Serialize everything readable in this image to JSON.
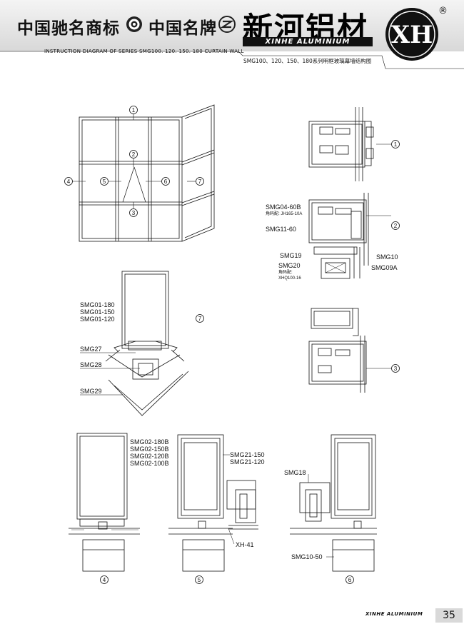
{
  "header": {
    "title_left": "中国驰名商标",
    "title_right": "中国名牌",
    "brand_cn": "新河铝材",
    "brand_en": "XINHE ALUMINIUM",
    "logo_text": "XH",
    "registered": "®",
    "instruction_en": "INSTRUCTION DIAGRAM OF SERIES SMG100. 120. 150. 180 CURTAIN WALL",
    "instruction_cn": "SMG100、120、150、180系列明框玻璃幕墙结构图"
  },
  "elevation": {
    "callouts": [
      "1",
      "2",
      "3",
      "4",
      "5",
      "6",
      "7"
    ]
  },
  "section7": {
    "callout": "7",
    "labels": [
      "SMG01-180",
      "SMG01-150",
      "SMG01-120",
      "SMG27",
      "SMG28",
      "SMG29"
    ]
  },
  "section1": {
    "callout": "1"
  },
  "section2": {
    "callout": "2",
    "label_a": "SMG04-60B",
    "label_a_note": "角码配: JH165-10A",
    "label_b": "SMG11-60",
    "label_c": "SMG19",
    "label_d": "SMG20",
    "label_d_note1": "角码配:",
    "label_d_note2": "XHQ100-16",
    "label_e": "SMG10",
    "label_f": "SMG09A"
  },
  "section3": {
    "callout": "3"
  },
  "section4": {
    "callout": "4",
    "labels": [
      "SMG02-180B",
      "SMG02-150B",
      "SMG02-120B",
      "SMG02-100B"
    ]
  },
  "section5": {
    "callout": "5",
    "labels": [
      "SMG21-150",
      "SMG21-120"
    ],
    "label_xh": "XH-41"
  },
  "section6": {
    "callout": "6",
    "label_top": "SMG18",
    "label_bottom": "SMG10-50"
  },
  "footer": {
    "brand": "XINHE ALUMINIUM",
    "page": "35"
  }
}
